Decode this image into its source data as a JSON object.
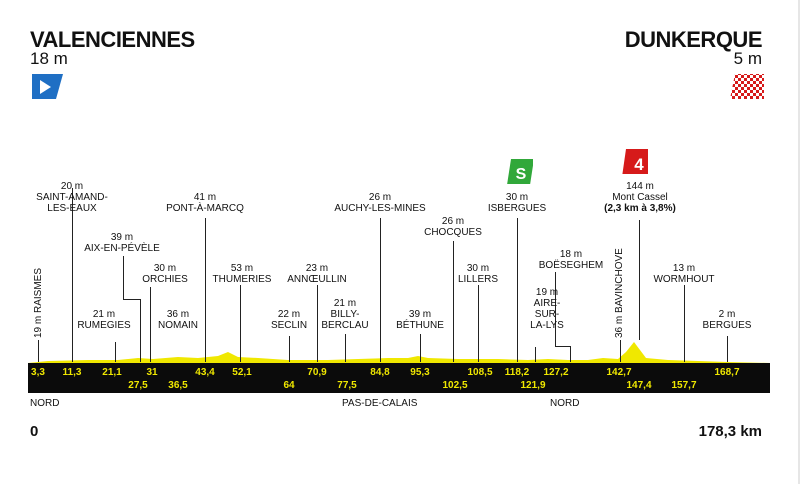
{
  "start": {
    "name": "VALENCIENNES",
    "alt": "18 m",
    "flag": "start-flag-blue"
  },
  "finish": {
    "name": "DUNKERQUE",
    "alt": "5 m",
    "flag": "finish-flag-checkered"
  },
  "distance": {
    "start": "0",
    "end": "178,3 km"
  },
  "departments": [
    "NORD",
    "PAS-DE-CALAIS",
    "NORD"
  ],
  "colors": {
    "profile": "#f0e800",
    "bar": "#0b0b0b",
    "start_flag": "#1f6fc4",
    "finish_flag": "#d61a1a",
    "sprint": "#31a83a",
    "climb": "#d61a1a"
  },
  "sprint": {
    "label": "S",
    "icon": "sprint-icon"
  },
  "climb": {
    "label": "4",
    "icon": "climb-cat4-icon",
    "detail": "(2,3 km à 3,8%)"
  },
  "points": [
    {
      "km": "3,3",
      "alt": "19 m",
      "name": "RAISMES",
      "vertical": true
    },
    {
      "km": "11,3",
      "alt": "20 m",
      "name": "SAINT-AMAND-\nLES-EAUX"
    },
    {
      "km": "21,1",
      "alt": "21 m",
      "name": "RUMEGIES"
    },
    {
      "km": "27,5",
      "alt": "39 m",
      "name": "AIX-EN-PÉVÈLE"
    },
    {
      "km": "31",
      "alt": "30 m",
      "name": "ORCHIES"
    },
    {
      "km": "36,5",
      "alt": "36 m",
      "name": "NOMAIN"
    },
    {
      "km": "43,4",
      "alt": "41 m",
      "name": "PONT-À-MARCQ"
    },
    {
      "km": "52,1",
      "alt": "53 m",
      "name": "THUMERIES"
    },
    {
      "km": "64",
      "alt": "22 m",
      "name": "SECLIN"
    },
    {
      "km": "70,9",
      "alt": "23 m",
      "name": "ANNŒULLIN"
    },
    {
      "km": "77,5",
      "alt": "21 m",
      "name": "BILLY-\nBERCLAU"
    },
    {
      "km": "84,8",
      "alt": "26 m",
      "name": "AUCHY-LES-MINES"
    },
    {
      "km": "95,3",
      "alt": "39 m",
      "name": "BÉTHUNE"
    },
    {
      "km": "102,5",
      "alt": "26 m",
      "name": "CHOCQUES"
    },
    {
      "km": "108,5",
      "alt": "30 m",
      "name": "LILLERS"
    },
    {
      "km": "118,2",
      "alt": "30 m",
      "name": "ISBERGUES"
    },
    {
      "km": "121,9",
      "alt": "19 m",
      "name": "AIRE-\nSUR-\nLA-LYS"
    },
    {
      "km": "127,2",
      "alt": "18 m",
      "name": "BOËSEGHEM"
    },
    {
      "km": "142,7",
      "alt": "36 m",
      "name": "BAVINCHOVE",
      "vertical": true
    },
    {
      "km": "147,4",
      "alt": "144 m",
      "name": "Mont Cassel"
    },
    {
      "km": "157,7",
      "alt": "13 m",
      "name": "WORMHOUT"
    },
    {
      "km": "168,7",
      "alt": "2 m",
      "name": "BERGUES"
    }
  ]
}
